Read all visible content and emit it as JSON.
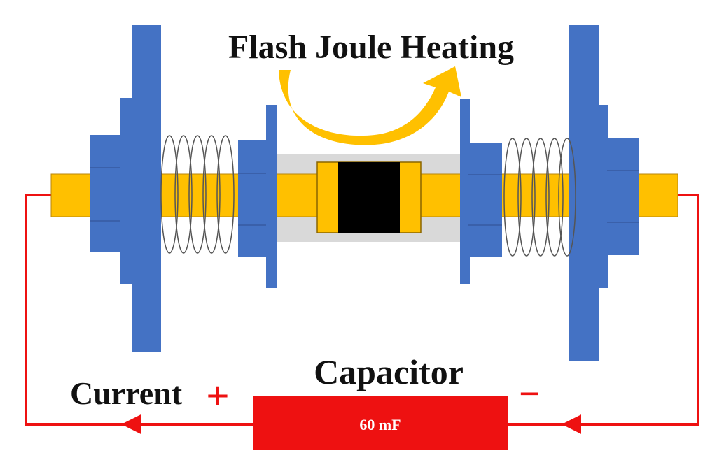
{
  "labels": {
    "title": "Flash Joule Heating",
    "capacitor": "Capacitor",
    "current": "Current",
    "plus": "+",
    "minus": "−",
    "capacitance": "60 mF"
  },
  "colors": {
    "blue": "#4472C4",
    "gold": "#FFC000",
    "sample": "#000000",
    "tube": "#D9D9D9",
    "wire": "#EE1111",
    "capacitor": "#EE1111",
    "arrow": "#FFC000",
    "spring": "#555555"
  },
  "icons": {
    "spring_left": "coil-spring-icon",
    "spring_right": "coil-spring-icon",
    "arrow": "curved-arrow-icon"
  }
}
